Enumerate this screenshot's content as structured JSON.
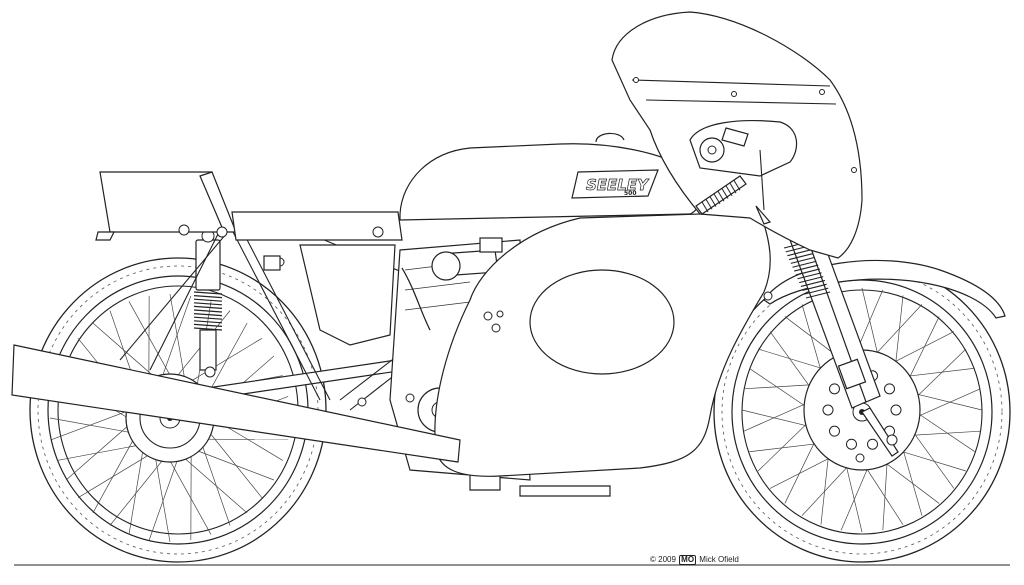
{
  "badge": {
    "brand": "SEELEY",
    "model": "500"
  },
  "credit": {
    "year": "© 2009",
    "icon": "mo-monogram-icon",
    "author": "Mick Ofield"
  },
  "colors": {
    "line": "#222222",
    "background": "#ffffff"
  }
}
